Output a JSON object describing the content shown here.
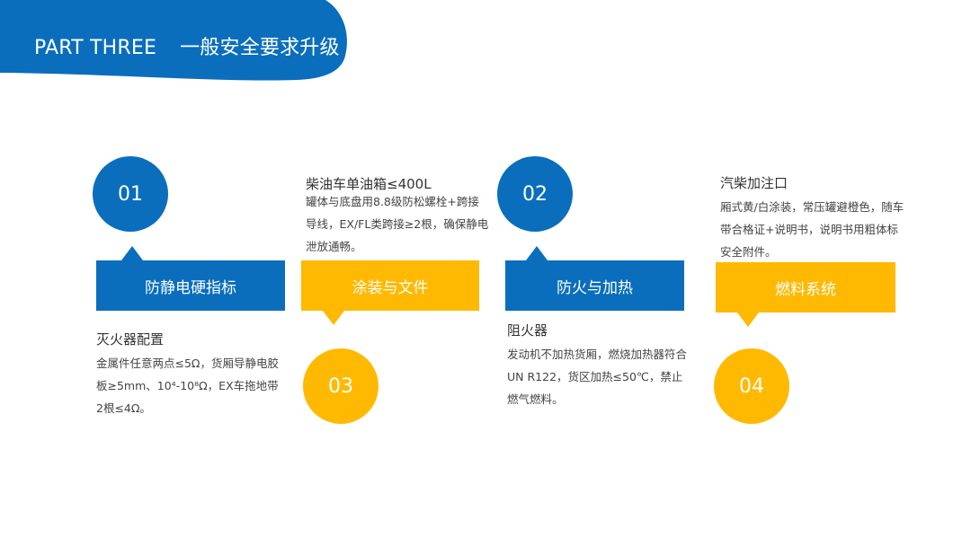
{
  "header": {
    "part": "PART THREE",
    "title": "一般安全要求升级",
    "color": "#0a6ebd"
  },
  "colors": {
    "blue": "#0a6ebd",
    "yellow": "#ffb900"
  },
  "items": [
    {
      "number": "01",
      "label": "防静电硬指标",
      "title": "灭火器配置",
      "body": "金属件任意两点≤5Ω，货厢导静电胶板≥5mm、10⁴-10⁸Ω，EX车拖地带2根≤4Ω。"
    },
    {
      "number": "03",
      "label": "涂装与文件",
      "title": "柴油车单油箱≤400L",
      "body": "罐体与底盘用8.8级防松螺栓+跨接导线，EX/FL类跨接≥2根，确保静电泄放通畅。"
    },
    {
      "number": "02",
      "label": "防火与加热",
      "title": "阻火器",
      "body": "发动机不加热货厢，燃烧加热器符合UN R122，货区加热≤50℃，禁止燃气燃料。"
    },
    {
      "number": "04",
      "label": "燃料系统",
      "title": "汽柴加注口",
      "body": "厢式黄/白涂装，常压罐避橙色，随车带合格证+说明书，说明书用粗体标安全附件。"
    }
  ]
}
